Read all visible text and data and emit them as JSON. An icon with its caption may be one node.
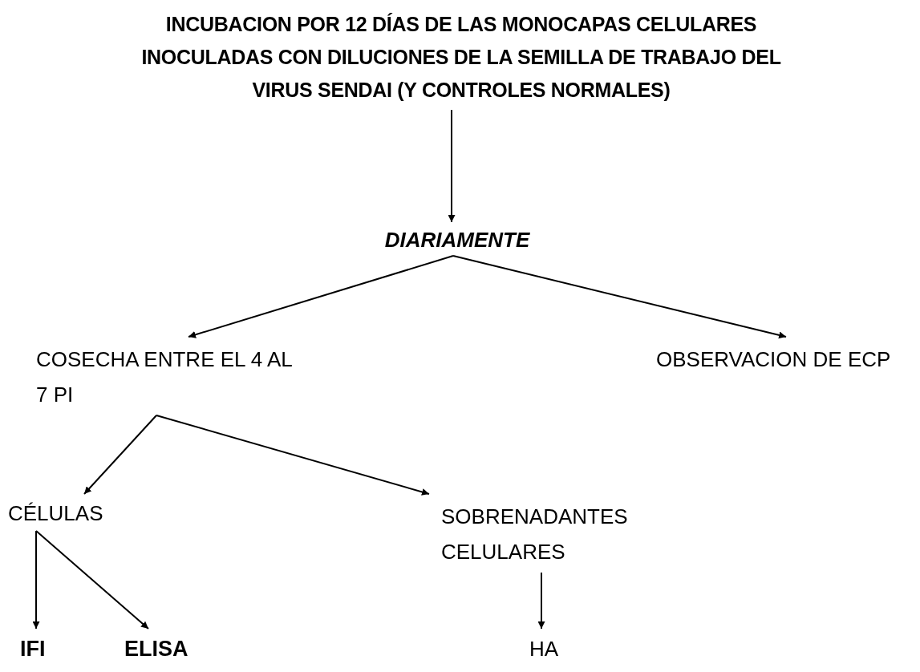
{
  "diagram": {
    "nodes": [
      {
        "text": [
          "INCUBACION POR 12 DÍAS DE LAS MONOCAPAS CELULARES INOCULADAS CON DILUCIONES DE LA SEMILLA DE TRABAJO DEL  VIRUS SENDAI (Y CONTROLES NORMALES)"
        ]
      },
      {
        "text": [
          "DIARIAMENTE"
        ]
      },
      {
        "text": [
          "COSECHA ENTRE EL 4 AL 7 PI"
        ]
      },
      {
        "text": [
          "OBSERVACION DE ECP"
        ]
      },
      {
        "text": [
          "CÉLULAS"
        ]
      },
      {
        "text": [
          "SOBRENADANTES CELULARES"
        ]
      },
      {
        "text": [
          "IFI"
        ]
      },
      {
        "text": [
          "ELISA"
        ]
      },
      {
        "text": [
          "HA"
        ]
      }
    ],
    "edges": [
      {
        "from": 0,
        "to": 1,
        "arrow": "to"
      },
      {
        "from": 1,
        "to": 2,
        "arrow": "to"
      },
      {
        "from": 1,
        "to": 3,
        "arrow": "to"
      },
      {
        "from": 2,
        "to": 4,
        "arrow": "to"
      },
      {
        "from": 2,
        "to": 5,
        "arrow": "to"
      },
      {
        "from": 4,
        "to": 6,
        "arrow": "to"
      },
      {
        "from": 4,
        "to": 7,
        "arrow": "to"
      },
      {
        "from": 5,
        "to": 8,
        "arrow": "to"
      }
    ]
  }
}
